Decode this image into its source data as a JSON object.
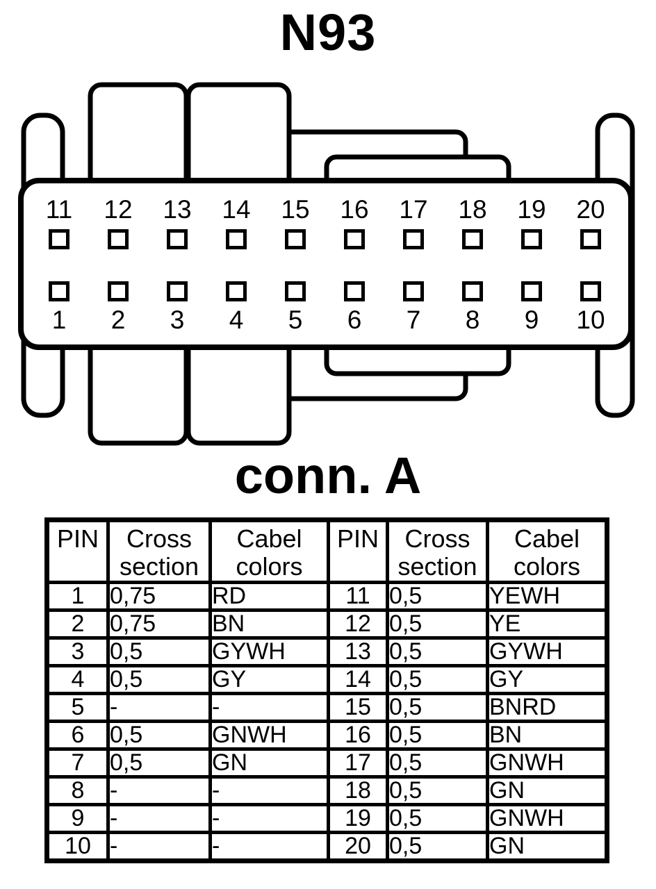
{
  "titles": {
    "main": "N93",
    "connector": "conn. A"
  },
  "colors": {
    "line": "#000000",
    "background": "#ffffff"
  },
  "connector": {
    "pins_top": [
      "11",
      "12",
      "13",
      "14",
      "15",
      "16",
      "17",
      "18",
      "19",
      "20"
    ],
    "pins_bottom": [
      "1",
      "2",
      "3",
      "4",
      "5",
      "6",
      "7",
      "8",
      "9",
      "10"
    ]
  },
  "table": {
    "headers": [
      "PIN",
      "Cross section",
      "Cabel colors",
      "PIN",
      "Cross section",
      "Cabel colors"
    ],
    "rows": [
      [
        "1",
        "0,75",
        "RD",
        "11",
        "0,5",
        "YEWH"
      ],
      [
        "2",
        "0,75",
        "BN",
        "12",
        "0,5",
        "YE"
      ],
      [
        "3",
        "0,5",
        "GYWH",
        "13",
        "0,5",
        "GYWH"
      ],
      [
        "4",
        "0,5",
        "GY",
        "14",
        "0,5",
        "GY"
      ],
      [
        "5",
        "-",
        "-",
        "15",
        "0,5",
        "BNRD"
      ],
      [
        "6",
        "0,5",
        "GNWH",
        "16",
        "0,5",
        "BN"
      ],
      [
        "7",
        "0,5",
        "GN",
        "17",
        "0,5",
        "GNWH"
      ],
      [
        "8",
        "-",
        "-",
        "18",
        "0,5",
        "GN"
      ],
      [
        "9",
        "-",
        "-",
        "19",
        "0,5",
        "GNWH"
      ],
      [
        "10",
        "-",
        "-",
        "20",
        "0,5",
        "GN"
      ]
    ]
  }
}
